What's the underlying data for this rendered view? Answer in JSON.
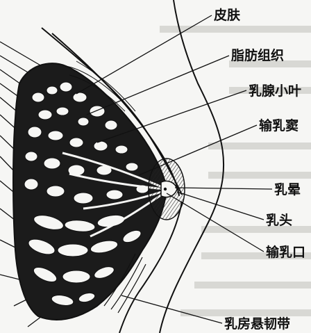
{
  "diagram": {
    "labels": {
      "skin": "皮肤",
      "fat": "脂肪组织",
      "lobule": "乳腺小叶",
      "sinus": "输乳窦",
      "areola": "乳晕",
      "nipple": "乳头",
      "duct_opening": "输乳口",
      "ligament": "乳房悬韧带"
    }
  }
}
